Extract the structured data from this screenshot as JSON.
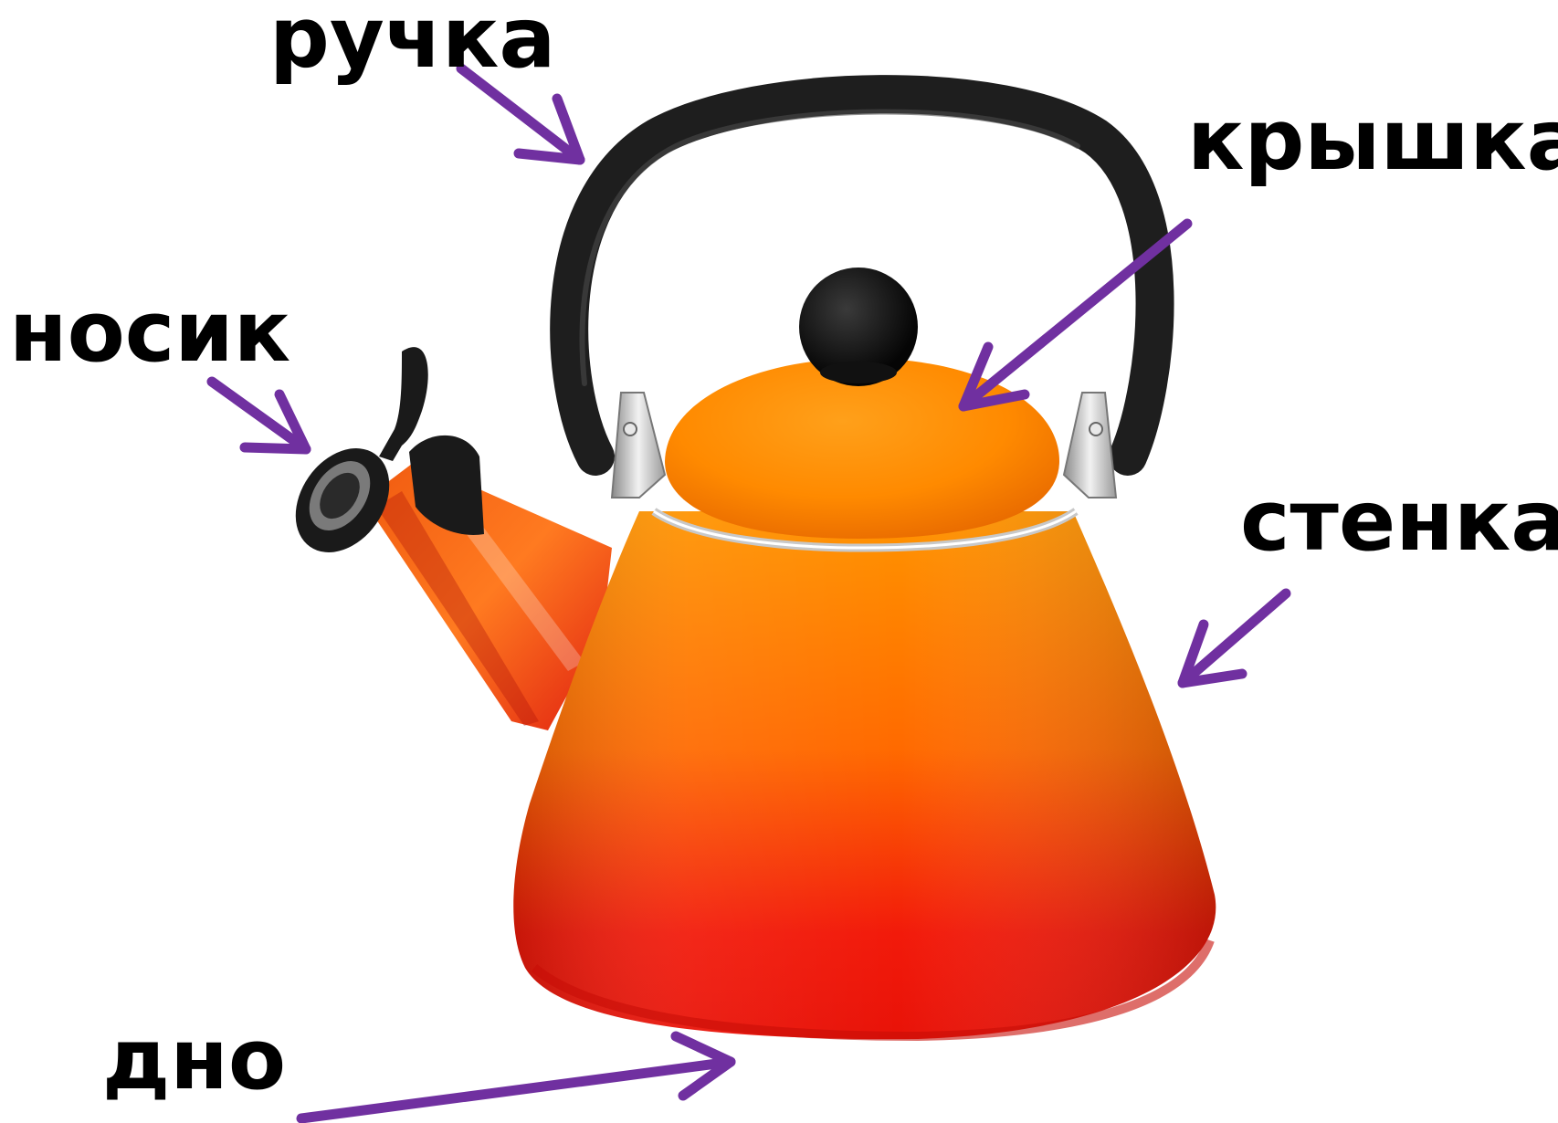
{
  "labels": {
    "handle": "ручка",
    "lid": "крышка",
    "spout": "носик",
    "wall": "стенка",
    "bottom": "дно"
  },
  "colors": {
    "arrow": "#7030A0",
    "body_top": "#FF8A00",
    "body_bottom": "#F01010",
    "handle": "#1E1E1E",
    "text": "#000000"
  },
  "icons": {
    "arrow": "arrow-icon",
    "kettle": "kettle-illustration"
  }
}
